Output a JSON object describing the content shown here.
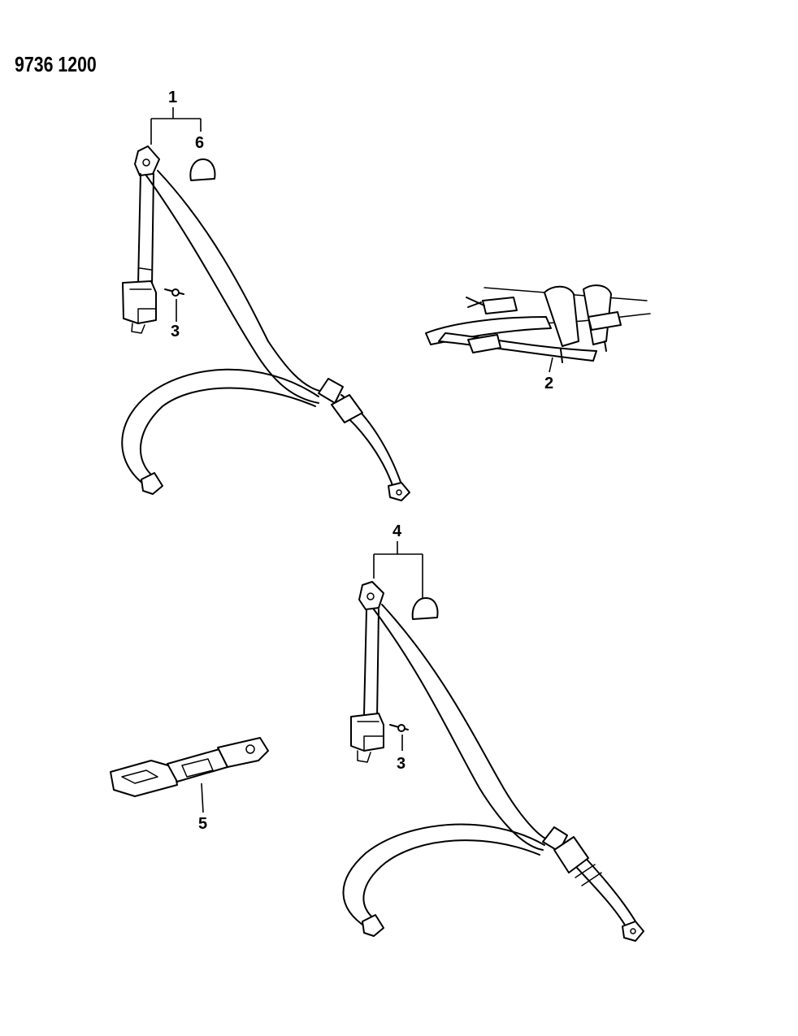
{
  "diagram": {
    "part_number": "9736 1200",
    "callouts": {
      "c1": "1",
      "c2": "2",
      "c3a": "3",
      "c3b": "3",
      "c4": "4",
      "c5": "5",
      "c6": "6"
    }
  }
}
